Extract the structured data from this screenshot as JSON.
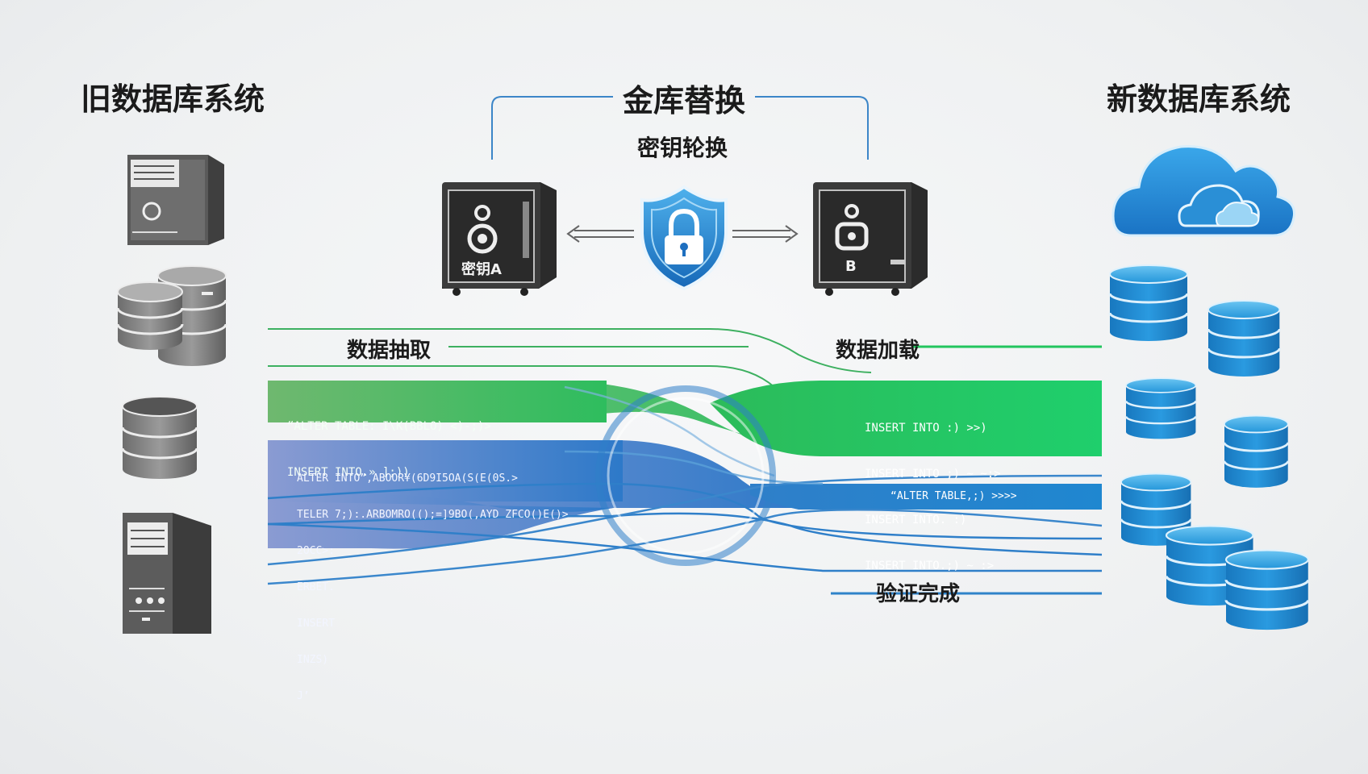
{
  "titles": {
    "old_system": "旧数据库系统",
    "new_system": "新数据库系统",
    "vault_swap": "金库替换",
    "key_rotation": "密钥轮换"
  },
  "vaults": {
    "left_label": "密钥A",
    "right_label": "B"
  },
  "stages": {
    "extract": "数据抽取",
    "load": "数据加载",
    "verify": "验证完成"
  },
  "code": {
    "green_left": [
      "“ALTER TABLE: I\\K(BBLO) <)-;)>",
      "INSERT INTO.» ];))"
    ],
    "blue_left": [
      "ALTER INTO”,ABOOR¥(6D9I5OA(S(E(0S.>",
      "TELER 7;):.ARBOMRO(();=]9BO(,AYD ZFCO()E()>",
      "2OCC>:",
      "ERBET.",
      "INSERT",
      "INZS)",
      "J’"
    ],
    "green_right": [
      "INSERT INTO :) >>)",
      "INSERT INTO ;) ~ ~:>",
      "INSERT INTO. :)",
      "INSERT INTO.;) ~ :>"
    ],
    "blue_right": "“ALTER TABLE,;) >>>>"
  },
  "colors": {
    "green": "#22c55e",
    "blue": "#2f83c9",
    "shield": "#1e88d6",
    "server_gray": "#565656",
    "db_blue": "#1f8fd4"
  },
  "icons": [
    "server-tower-icon",
    "database-cluster-icon",
    "database-stack-icon",
    "vault-icon",
    "shield-lock-icon",
    "cloud-icon",
    "blue-database-icon"
  ]
}
